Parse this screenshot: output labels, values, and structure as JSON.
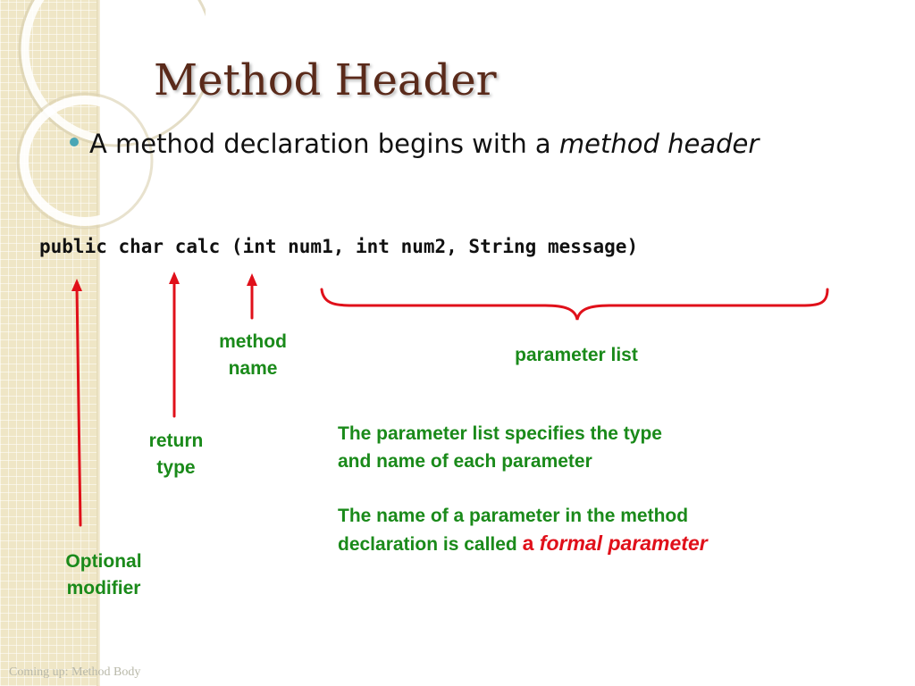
{
  "slide": {
    "title": "Method Header",
    "bullet": {
      "text": "A method declaration begins with a ",
      "emphasis": "method header"
    },
    "code": "public char calc (int num1, int num2, String message)",
    "labels": {
      "method_name_line1": "method",
      "method_name_line2": "name",
      "return_type_line1": "return",
      "return_type_line2": "type",
      "optional_modifier_line1": "Optional",
      "optional_modifier_line2": "modifier",
      "parameter_list": "parameter list"
    },
    "explanations": {
      "para1_line1": "The parameter list specifies the type",
      "para1_line2": "and name of each parameter",
      "para2_line1": "The name of a parameter in the method",
      "para2_line2": "declaration is called ",
      "para2_highlight_prefix": "a ",
      "para2_highlight": "formal parameter"
    },
    "footer": "Coming up: Method Body"
  },
  "colors": {
    "title": "#5a2a1a",
    "label_green": "#1a8a1a",
    "arrow_red": "#e0101a",
    "bullet_teal": "#4aa6b5",
    "strip_beige": "#efe6c6"
  }
}
